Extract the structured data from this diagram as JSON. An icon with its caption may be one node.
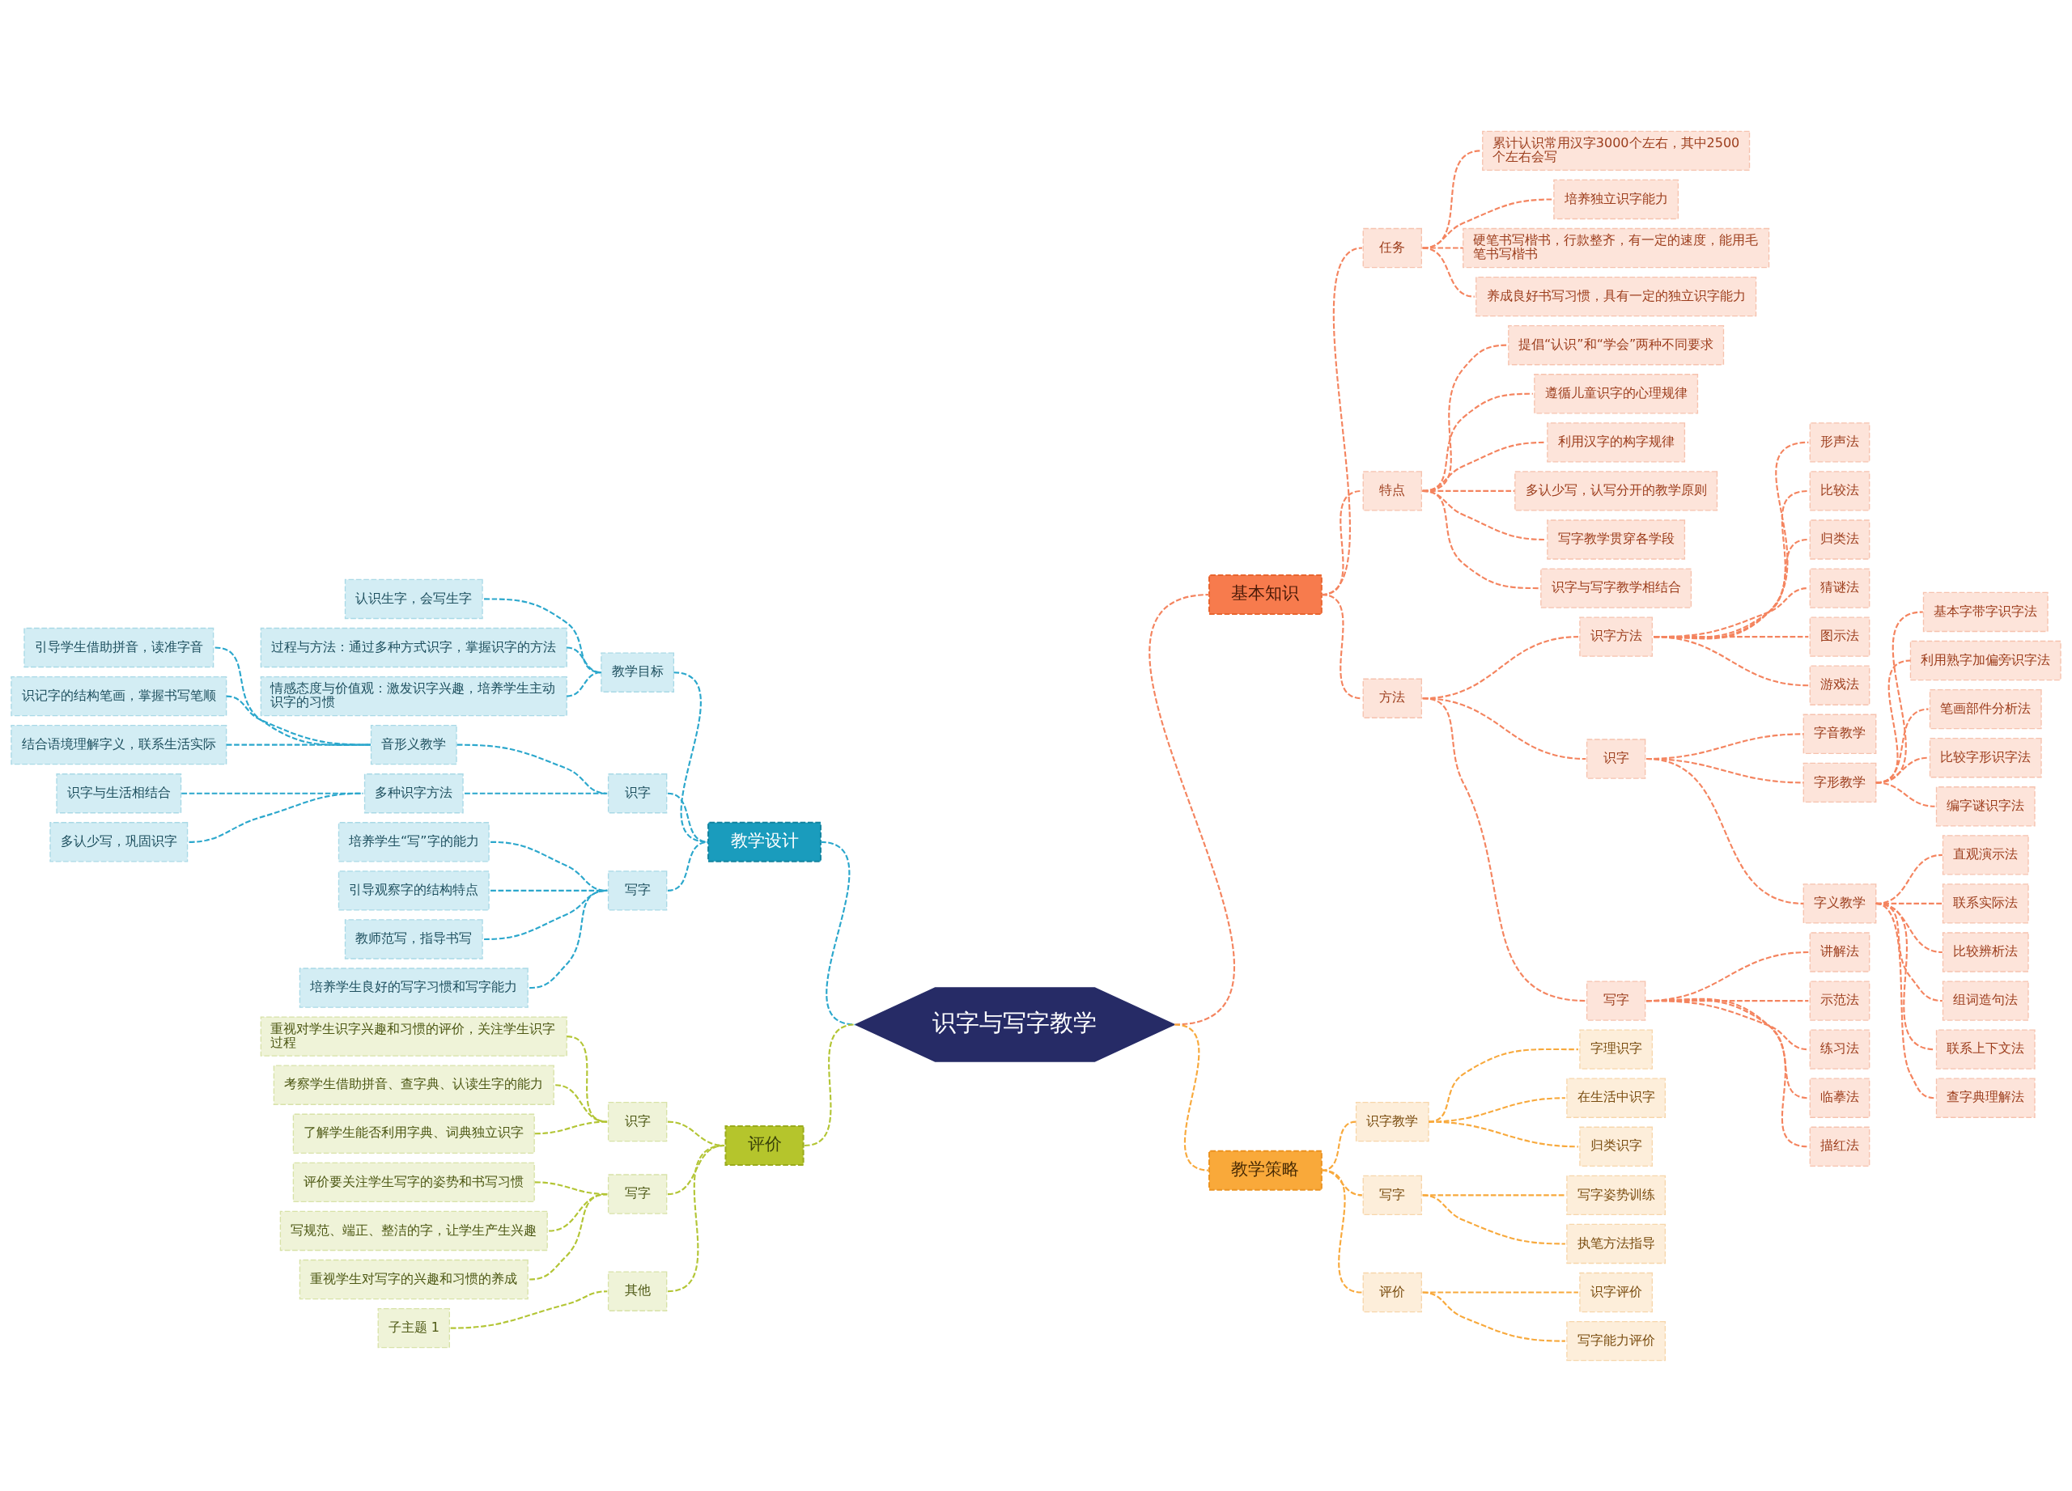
{
  "diagram": {
    "nodes": [
      {
        "text": [
          "识字与写字教学"
        ]
      },
      {
        "text": [
          "基本知识"
        ]
      },
      {
        "text": [
          "任务"
        ]
      },
      {
        "text": [
          "累计认识常用汉字3000个左右，其中2500个左右会写"
        ]
      },
      {
        "text": [
          "培养独立识字能力"
        ]
      },
      {
        "text": [
          "硬笔书写楷书，行款整齐，有一定的速度，能用毛笔书写楷书"
        ]
      },
      {
        "text": [
          "养成良好书写习惯，具有一定的独立识字能力"
        ]
      },
      {
        "text": [
          "特点"
        ]
      },
      {
        "text": [
          "提倡“认识”和“学会”两种不同要求"
        ]
      },
      {
        "text": [
          "遵循儿童识字的心理规律"
        ]
      },
      {
        "text": [
          "利用汉字的构字规律"
        ]
      },
      {
        "text": [
          "多认少写，认写分开的教学原则"
        ]
      },
      {
        "text": [
          "写字教学贯穿各学段"
        ]
      },
      {
        "text": [
          "识字与写字教学相结合"
        ]
      },
      {
        "text": [
          "方法"
        ]
      },
      {
        "text": [
          "识字方法"
        ]
      },
      {
        "text": [
          "形声法"
        ]
      },
      {
        "text": [
          "比较法"
        ]
      },
      {
        "text": [
          "归类法"
        ]
      },
      {
        "text": [
          "猜谜法"
        ]
      },
      {
        "text": [
          "图示法"
        ]
      },
      {
        "text": [
          "游戏法"
        ]
      },
      {
        "text": [
          "识字"
        ]
      },
      {
        "text": [
          "字音教学"
        ]
      },
      {
        "text": [
          "字形教学"
        ]
      },
      {
        "text": [
          "基本字带字识字法"
        ]
      },
      {
        "text": [
          "利用熟字加偏旁识字法"
        ]
      },
      {
        "text": [
          "笔画部件分析法"
        ]
      },
      {
        "text": [
          "比较字形识字法"
        ]
      },
      {
        "text": [
          "编字谜识字法"
        ]
      },
      {
        "text": [
          "字义教学"
        ]
      },
      {
        "text": [
          "直观演示法"
        ]
      },
      {
        "text": [
          "联系实际法"
        ]
      },
      {
        "text": [
          "比较辨析法"
        ]
      },
      {
        "text": [
          "组词造句法"
        ]
      },
      {
        "text": [
          "联系上下文法"
        ]
      },
      {
        "text": [
          "查字典理解法"
        ]
      },
      {
        "text": [
          "写字"
        ]
      },
      {
        "text": [
          "讲解法"
        ]
      },
      {
        "text": [
          "示范法"
        ]
      },
      {
        "text": [
          "练习法"
        ]
      },
      {
        "text": [
          "临摹法"
        ]
      },
      {
        "text": [
          "描红法"
        ]
      },
      {
        "text": [
          "教学策略"
        ]
      },
      {
        "text": [
          "识字教学"
        ]
      },
      {
        "text": [
          "字理识字"
        ]
      },
      {
        "text": [
          "在生活中识字"
        ]
      },
      {
        "text": [
          "归类识字"
        ]
      },
      {
        "text": [
          "写字"
        ]
      },
      {
        "text": [
          "写字姿势训练"
        ]
      },
      {
        "text": [
          "执笔方法指导"
        ]
      },
      {
        "text": [
          "评价"
        ]
      },
      {
        "text": [
          "识字评价"
        ]
      },
      {
        "text": [
          "写字能力评价"
        ]
      },
      {
        "text": [
          "教学设计"
        ]
      },
      {
        "text": [
          "教学目标"
        ]
      },
      {
        "text": [
          "认识生字，会写生字"
        ]
      },
      {
        "text": [
          "过程与方法：通过多种方式识字，掌握识字的方法"
        ]
      },
      {
        "text": [
          "情感态度与价值观：激发识字兴趣，培养学生主动识字的习惯"
        ]
      },
      {
        "text": [
          "识字"
        ]
      },
      {
        "text": [
          "音形义教学"
        ]
      },
      {
        "text": [
          "引导学生借助拼音，读准字音"
        ]
      },
      {
        "text": [
          "识记字的结构笔画，掌握书写笔顺"
        ]
      },
      {
        "text": [
          "结合语境理解字义，联系生活实际"
        ]
      },
      {
        "text": [
          "多种识字方法"
        ]
      },
      {
        "text": [
          "识字与生活相结合"
        ]
      },
      {
        "text": [
          "多认少写，巩固识字"
        ]
      },
      {
        "text": [
          "写字"
        ]
      },
      {
        "text": [
          "培养学生“写”字的能力"
        ]
      },
      {
        "text": [
          "引导观察字的结构特点"
        ]
      },
      {
        "text": [
          "教师范写，指导书写"
        ]
      },
      {
        "text": [
          "培养学生良好的写字习惯和写字能力"
        ]
      },
      {
        "text": [
          "评价"
        ]
      },
      {
        "text": [
          "识字"
        ]
      },
      {
        "text": [
          "重视对学生识字兴趣和习惯的评价，关注学生识字过程"
        ]
      },
      {
        "text": [
          "考察学生借助拼音、查字典、认读生字的能力"
        ]
      },
      {
        "text": [
          "了解学生能否利用字典、词典独立识字"
        ]
      },
      {
        "text": [
          "写字"
        ]
      },
      {
        "text": [
          "评价要关注学生写字的姿势和书写习惯"
        ]
      },
      {
        "text": [
          "写规范、端正、整洁的字，让学生产生兴趣"
        ]
      },
      {
        "text": [
          "重视学生对写字的兴趣和习惯的养成"
        ]
      },
      {
        "text": [
          "其他"
        ]
      },
      {
        "text": [
          "子主题 1"
        ]
      }
    ],
    "edges": [
      {
        "from": 0,
        "to": 1,
        "arrow": "none",
        "style": "dashed"
      },
      {
        "from": 1,
        "to": 2,
        "arrow": "none",
        "style": "dashed"
      },
      {
        "from": 2,
        "to": 3,
        "arrow": "none",
        "style": "dashed"
      },
      {
        "from": 2,
        "to": 4,
        "arrow": "none",
        "style": "dashed"
      },
      {
        "from": 2,
        "to": 5,
        "arrow": "none",
        "style": "dashed"
      },
      {
        "from": 2,
        "to": 6,
        "arrow": "none",
        "style": "dashed"
      },
      {
        "from": 1,
        "to": 7,
        "arrow": "none",
        "style": "dashed"
      },
      {
        "from": 7,
        "to": 8,
        "arrow": "none",
        "style": "dashed"
      },
      {
        "from": 7,
        "to": 9,
        "arrow": "none",
        "style": "dashed"
      },
      {
        "from": 7,
        "to": 10,
        "arrow": "none",
        "style": "dashed"
      },
      {
        "from": 7,
        "to": 11,
        "arrow": "none",
        "style": "dashed"
      },
      {
        "from": 7,
        "to": 12,
        "arrow": "none",
        "style": "dashed"
      },
      {
        "from": 7,
        "to": 13,
        "arrow": "none",
        "style": "dashed"
      },
      {
        "from": 1,
        "to": 14,
        "arrow": "none",
        "style": "dashed"
      },
      {
        "from": 14,
        "to": 15,
        "arrow": "none",
        "style": "dashed"
      },
      {
        "from": 15,
        "to": 16,
        "arrow": "none",
        "style": "dashed"
      },
      {
        "from": 15,
        "to": 17,
        "arrow": "none",
        "style": "dashed"
      },
      {
        "from": 15,
        "to": 18,
        "arrow": "none",
        "style": "dashed"
      },
      {
        "from": 15,
        "to": 19,
        "arrow": "none",
        "style": "dashed"
      },
      {
        "from": 15,
        "to": 20,
        "arrow": "none",
        "style": "dashed"
      },
      {
        "from": 15,
        "to": 21,
        "arrow": "none",
        "style": "dashed"
      },
      {
        "from": 14,
        "to": 22,
        "arrow": "none",
        "style": "dashed"
      },
      {
        "from": 22,
        "to": 23,
        "arrow": "none",
        "style": "dashed"
      },
      {
        "from": 22,
        "to": 24,
        "arrow": "none",
        "style": "dashed"
      },
      {
        "from": 24,
        "to": 25,
        "arrow": "none",
        "style": "dashed"
      },
      {
        "from": 24,
        "to": 26,
        "arrow": "none",
        "style": "dashed"
      },
      {
        "from": 24,
        "to": 27,
        "arrow": "none",
        "style": "dashed"
      },
      {
        "from": 24,
        "to": 28,
        "arrow": "none",
        "style": "dashed"
      },
      {
        "from": 24,
        "to": 29,
        "arrow": "none",
        "style": "dashed"
      },
      {
        "from": 22,
        "to": 30,
        "arrow": "none",
        "style": "dashed"
      },
      {
        "from": 30,
        "to": 31,
        "arrow": "none",
        "style": "dashed"
      },
      {
        "from": 30,
        "to": 32,
        "arrow": "none",
        "style": "dashed"
      },
      {
        "from": 30,
        "to": 33,
        "arrow": "none",
        "style": "dashed"
      },
      {
        "from": 30,
        "to": 34,
        "arrow": "none",
        "style": "dashed"
      },
      {
        "from": 30,
        "to": 35,
        "arrow": "none",
        "style": "dashed"
      },
      {
        "from": 30,
        "to": 36,
        "arrow": "none",
        "style": "dashed"
      },
      {
        "from": 14,
        "to": 37,
        "arrow": "none",
        "style": "dashed"
      },
      {
        "from": 37,
        "to": 38,
        "arrow": "none",
        "style": "dashed"
      },
      {
        "from": 37,
        "to": 39,
        "arrow": "none",
        "style": "dashed"
      },
      {
        "from": 37,
        "to": 40,
        "arrow": "none",
        "style": "dashed"
      },
      {
        "from": 37,
        "to": 41,
        "arrow": "none",
        "style": "dashed"
      },
      {
        "from": 37,
        "to": 42,
        "arrow": "none",
        "style": "dashed"
      },
      {
        "from": 0,
        "to": 43,
        "arrow": "none",
        "style": "dashed",
        "color": "#f8a93c"
      },
      {
        "from": 43,
        "to": 44,
        "arrow": "none",
        "style": "dashed",
        "color": "#f8a93c"
      },
      {
        "from": 44,
        "to": 45,
        "arrow": "none",
        "style": "dashed",
        "color": "#f8a93c"
      },
      {
        "from": 44,
        "to": 46,
        "arrow": "none",
        "style": "dashed",
        "color": "#f8a93c"
      },
      {
        "from": 44,
        "to": 47,
        "arrow": "none",
        "style": "dashed",
        "color": "#f8a93c"
      },
      {
        "from": 43,
        "to": 48,
        "arrow": "none",
        "style": "dashed",
        "color": "#f8a93c"
      },
      {
        "from": 48,
        "to": 49,
        "arrow": "none",
        "style": "dashed",
        "color": "#f8a93c"
      },
      {
        "from": 48,
        "to": 50,
        "arrow": "none",
        "style": "dashed",
        "color": "#f8a93c"
      },
      {
        "from": 43,
        "to": 51,
        "arrow": "none",
        "style": "dashed",
        "color": "#f8a93c"
      },
      {
        "from": 51,
        "to": 52,
        "arrow": "none",
        "style": "dashed",
        "color": "#f8a93c"
      },
      {
        "from": 51,
        "to": 53,
        "arrow": "none",
        "style": "dashed",
        "color": "#f8a93c"
      },
      {
        "from": 54,
        "to": 0,
        "arrow": "none",
        "style": "dashed",
        "color": "#2ba7cc"
      },
      {
        "from": 55,
        "to": 54,
        "arrow": "none",
        "style": "dashed",
        "color": "#2ba7cc"
      },
      {
        "from": 56,
        "to": 55,
        "arrow": "none",
        "style": "dashed",
        "color": "#2ba7cc"
      },
      {
        "from": 57,
        "to": 55,
        "arrow": "none",
        "style": "dashed",
        "color": "#2ba7cc"
      },
      {
        "from": 58,
        "to": 55,
        "arrow": "none",
        "style": "dashed",
        "color": "#2ba7cc"
      },
      {
        "from": 59,
        "to": 54,
        "arrow": "none",
        "style": "dashed",
        "color": "#2ba7cc"
      },
      {
        "from": 60,
        "to": 59,
        "arrow": "none",
        "style": "dashed",
        "color": "#2ba7cc"
      },
      {
        "from": 61,
        "to": 60,
        "arrow": "none",
        "style": "dashed",
        "color": "#2ba7cc"
      },
      {
        "from": 62,
        "to": 60,
        "arrow": "none",
        "style": "dashed",
        "color": "#2ba7cc"
      },
      {
        "from": 63,
        "to": 60,
        "arrow": "none",
        "style": "dashed",
        "color": "#2ba7cc"
      },
      {
        "from": 64,
        "to": 59,
        "arrow": "none",
        "style": "dashed",
        "color": "#2ba7cc"
      },
      {
        "from": 65,
        "to": 64,
        "arrow": "none",
        "style": "dashed",
        "color": "#2ba7cc"
      },
      {
        "from": 66,
        "to": 64,
        "arrow": "none",
        "style": "dashed",
        "color": "#2ba7cc"
      },
      {
        "from": 67,
        "to": 54,
        "arrow": "none",
        "style": "dashed",
        "color": "#2ba7cc"
      },
      {
        "from": 68,
        "to": 67,
        "arrow": "none",
        "style": "dashed",
        "color": "#2ba7cc"
      },
      {
        "from": 69,
        "to": 67,
        "arrow": "none",
        "style": "dashed",
        "color": "#2ba7cc"
      },
      {
        "from": 70,
        "to": 67,
        "arrow": "none",
        "style": "dashed",
        "color": "#2ba7cc"
      },
      {
        "from": 71,
        "to": 67,
        "arrow": "none",
        "style": "dashed",
        "color": "#2ba7cc"
      },
      {
        "from": 72,
        "to": 0,
        "arrow": "none",
        "style": "dashed",
        "color": "#b3c535"
      },
      {
        "from": 73,
        "to": 72,
        "arrow": "none",
        "style": "dashed",
        "color": "#b3c535"
      },
      {
        "from": 74,
        "to": 73,
        "arrow": "none",
        "style": "dashed",
        "color": "#b3c535"
      },
      {
        "from": 75,
        "to": 73,
        "arrow": "none",
        "style": "dashed",
        "color": "#b3c535"
      },
      {
        "from": 76,
        "to": 73,
        "arrow": "none",
        "style": "dashed",
        "color": "#b3c535"
      },
      {
        "from": 77,
        "to": 72,
        "arrow": "none",
        "style": "dashed",
        "color": "#b3c535"
      },
      {
        "from": 78,
        "to": 77,
        "arrow": "none",
        "style": "dashed",
        "color": "#b3c535"
      },
      {
        "from": 79,
        "to": 77,
        "arrow": "none",
        "style": "dashed",
        "color": "#b3c535"
      },
      {
        "from": 80,
        "to": 77,
        "arrow": "none",
        "style": "dashed",
        "color": "#b3c535"
      },
      {
        "from": 81,
        "to": 72,
        "arrow": "none",
        "style": "dashed",
        "color": "#b3c535"
      },
      {
        "from": 82,
        "to": 81,
        "arrow": "none",
        "style": "dashed",
        "color": "#b3c535"
      }
    ]
  }
}
